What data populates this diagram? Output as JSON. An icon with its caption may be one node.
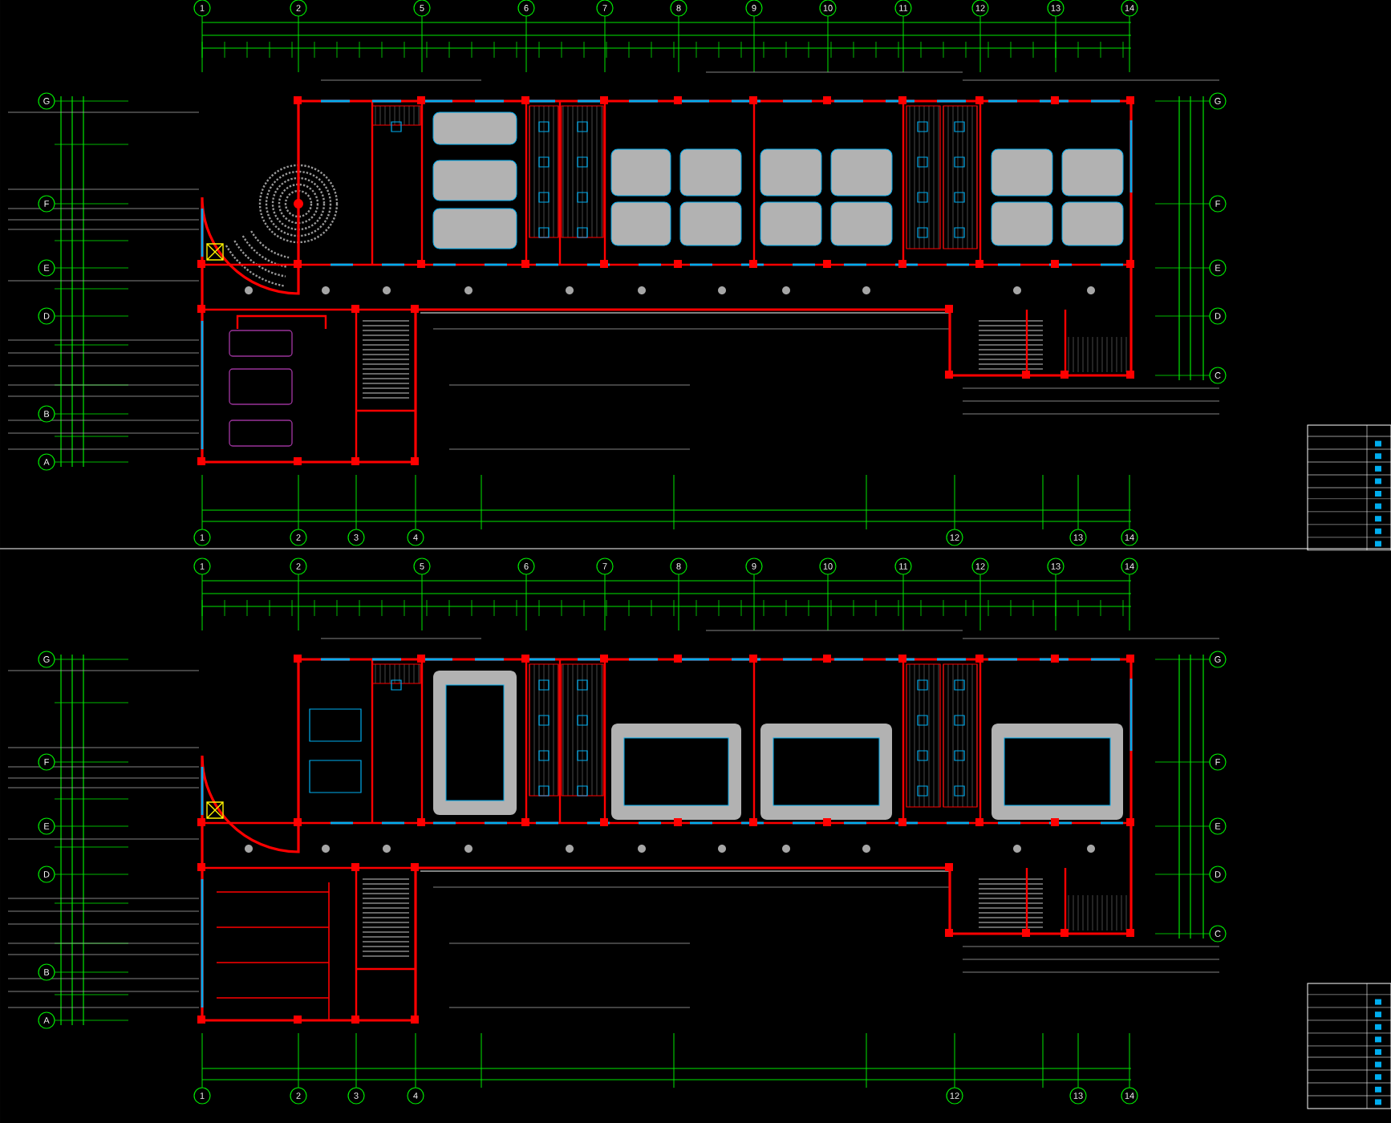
{
  "diagram": {
    "labels": [
      "1",
      "2",
      "5",
      "6",
      "7",
      "8",
      "9",
      "10",
      "11",
      "12",
      "13",
      "14",
      "G",
      "F",
      "E",
      "D",
      "B",
      "A",
      "G",
      "F",
      "E",
      "D",
      "C",
      "1",
      "2",
      "3",
      "4",
      "12",
      "13",
      "14",
      "1",
      "2",
      "5",
      "6",
      "7",
      "8",
      "9",
      "10",
      "11",
      "12",
      "13",
      "14",
      "G",
      "F",
      "E",
      "D",
      "B",
      "A",
      "G",
      "F",
      "E",
      "D",
      "C",
      "1",
      "2",
      "3",
      "4",
      "12",
      "13",
      "14"
    ]
  }
}
